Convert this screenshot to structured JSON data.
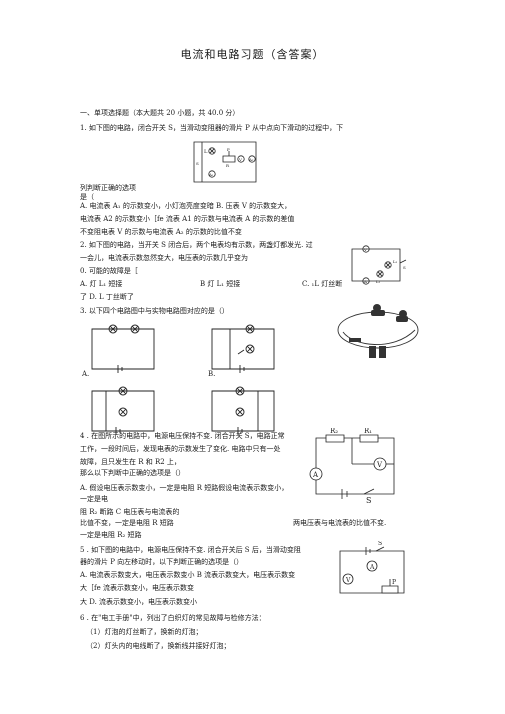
{
  "title": "电流和电路习题（含答案）",
  "section": "一、单项选择题（本大题共 20 小题，共 40.0 分）",
  "q1": {
    "stem": "1. 如下图的电路，闭合开关 S，当滑动变阻器的滑片 P 从中点向下滑动的过程中，下",
    "stem_cont": "列判断正确的选项",
    "stem_cont2": "是（",
    "a": "A. 电流表 A₁ 的示数变小，小灯泡亮度变暗 B. 压表 V 的示数变大，",
    "b": "电流表 A2 的示数变小［fe 流表 A1 的示数与电流表 A 的示数的差值",
    "c": "不变阻电表 V 的示数与电流表 A₂ 的示数的比值不变",
    "fig_labels": [
      "L",
      "A₁",
      "P",
      "R",
      "V",
      "A₂",
      "S"
    ]
  },
  "q2": {
    "stem": "2. 如下图的电路，当开关 S 闭合后，两个电表均有示数，两盏灯都发光. 过",
    "stem2": "一会儿，电流表示数忽然变大，电压表的示数几乎变为",
    "stem3": "0. 可能的故障是［",
    "opt_a": "A. 灯 L₁ 短接",
    "opt_b": "B 灯 L₁ 短接",
    "opt_c": "C. ₁L 灯丝断",
    "opt_d": "了 D. L 丁丝断了",
    "fig_labels": [
      "V",
      "A",
      "L₁",
      "L₂",
      "S"
    ]
  },
  "q3": {
    "stem": "3. 以下四个电路图中与实物电路图对应的是（）",
    "fig_labels": [
      "A.",
      "B."
    ]
  },
  "q4": {
    "stem": "4 . 在图所示的电路中，电源电压保持不变. 闭合开关 S，电路正常",
    "stem2": "工作，一段时间后，发现电表的示数发生了变化. 电路中只有一处",
    "stem3": "故障，且只发生在 R 和 R2 上，",
    "stem4": "那么以下判断中正确的选项是（）",
    "a": "A. 假设电压表示数变小，一定是电阻 R 短路假设电流表示数变小，",
    "a2": "一定是电",
    "b": "阻 R₂ 断路 C 电压表与电流表的",
    "b2": "比值不变，一定是电阻 R 短路",
    "b_right": "两电压表与电流表的比值不变.",
    "d": "一定是电阻 R₂ 短路",
    "fig_labels": [
      "R₁",
      "R₂",
      "V",
      "A",
      "S"
    ]
  },
  "q5": {
    "stem": "5 . 如下图的电路中，电源电压保持不变. 闭合开关后 S 后，当滑动变阻",
    "stem2": "器的滑片 P 向左移动时，以下判断正确的选项是（）",
    "a": "A. 电流表示数变大，电压表示数变小 B 流表示数变大，电压表示数变",
    "b": "大［fe 流表示数变小，电压表示数变",
    "c": "大 D. 流表示数变小，电压表示数变小",
    "fig_labels": [
      "S",
      "A",
      "V",
      "P"
    ]
  },
  "q6": {
    "stem": "6 . 在\"电工手册\"中，列出了白织灯的常见故障与检修方法：",
    "l1": "（1）灯泡的灯丝断了，换新的灯泡；",
    "l2": "（2）灯头内的电线断了，换新线并接好灯泡；"
  }
}
